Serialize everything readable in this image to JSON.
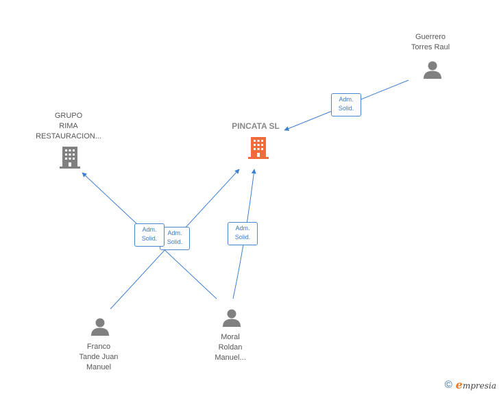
{
  "nodes": {
    "pincata": {
      "label": "PINCATA SL",
      "type": "company",
      "color": "#f26b3a"
    },
    "grupo_rima": {
      "label": "GRUPO\nRIMA\nRESTAURACION...",
      "type": "company",
      "color": "#808080"
    },
    "guerrero": {
      "label": "Guerrero\nTorres Raul",
      "type": "person",
      "color": "#808080"
    },
    "franco": {
      "label": "Franco\nTande Juan\nManuel",
      "type": "person",
      "color": "#808080"
    },
    "moral": {
      "label": "Moral\nRoldan\nManuel...",
      "type": "person",
      "color": "#808080"
    }
  },
  "edges": [
    {
      "from": "Guerrero Torres Raul",
      "to": "PINCATA SL",
      "label": "Adm.\nSolid."
    },
    {
      "from": "Moral Roldan Manuel...",
      "to": "GRUPO RIMA RESTAURACION...",
      "label": "Adm.\nSolid."
    },
    {
      "from": "Franco Tande Juan Manuel",
      "to": "PINCATA SL",
      "label": "Adm.\nSolid."
    },
    {
      "from": "Moral Roldan Manuel...",
      "to": "PINCATA SL",
      "label": "Adm.\nSolid."
    }
  ],
  "colors": {
    "edge": "#3d7fd1"
  },
  "footer": {
    "copyright": "©",
    "brand_initial": "e",
    "brand_rest": "mpresia"
  }
}
